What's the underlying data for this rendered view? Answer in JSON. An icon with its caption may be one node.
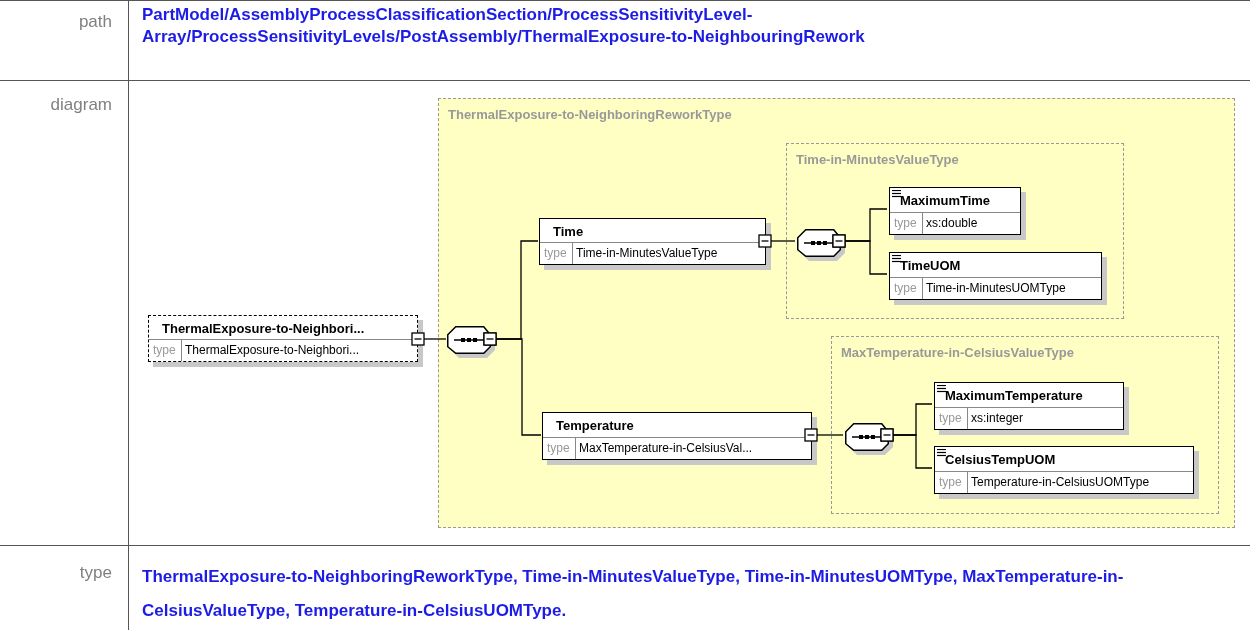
{
  "diagram": {
    "nodes": [
      {
        "text": [
          "ThermalExposure-to-Neighbori...",
          "type",
          "ThermalExposure-to-Neighbori..."
        ]
      },
      {
        "text": [
          "ThermalExposure-to-NeighboringReworkType"
        ]
      },
      {
        "text": [],
        "shape": "octagon",
        "in": 1
      },
      {
        "text": [
          "Time",
          "type",
          "Time-in-MinutesValueType"
        ],
        "in": 1
      },
      {
        "text": [
          "Time-in-MinutesValueType"
        ],
        "in": 1
      },
      {
        "text": [],
        "shape": "octagon",
        "in": 4
      },
      {
        "text": [
          "MaximumTime",
          "type",
          "xs:double"
        ],
        "in": 4
      },
      {
        "text": [
          "TimeUOM",
          "type",
          "Time-in-MinutesUOMType"
        ],
        "in": 4
      },
      {
        "text": [
          "Temperature",
          "type",
          "MaxTemperature-in-CelsiusVal..."
        ],
        "in": 1
      },
      {
        "text": [
          "MaxTemperature-in-CelsiusValueType"
        ],
        "in": 1
      },
      {
        "text": [],
        "shape": "octagon",
        "in": 9
      },
      {
        "text": [
          "MaximumTemperature",
          "type",
          "xs:integer"
        ],
        "in": 9
      },
      {
        "text": [
          "CelsiusTempUOM",
          "type",
          "Temperature-in-CelsiusUOMType"
        ],
        "in": 9
      }
    ],
    "edges": [
      {
        "from": 0,
        "to": 2,
        "arrow": "other"
      },
      {
        "from": 2,
        "to": 3,
        "arrow": "other"
      },
      {
        "from": 2,
        "to": 8,
        "arrow": "other"
      },
      {
        "from": 3,
        "to": 5,
        "arrow": "other"
      },
      {
        "from": 5,
        "to": 6,
        "arrow": "other"
      },
      {
        "from": 5,
        "to": 7,
        "arrow": "other"
      },
      {
        "from": 8,
        "to": 10,
        "arrow": "other"
      },
      {
        "from": 10,
        "to": 11,
        "arrow": "other"
      },
      {
        "from": 10,
        "to": 12,
        "arrow": "other"
      }
    ],
    "labels": [
      "path",
      "PartModel/AssemblyProcessClassificationSection/ProcessSensitivityLevel-Array/ProcessSensitivityLevels/PostAssembly/ThermalExposure-to-NeighbouringRework",
      "diagram",
      "type",
      "ThermalExposure-to-NeighboringReworkType, Time-in-MinutesValueType, Time-in-MinutesUOMType, MaxTemperature-in-CelsiusValueType, Temperature-in-CelsiusUOMType."
    ]
  }
}
